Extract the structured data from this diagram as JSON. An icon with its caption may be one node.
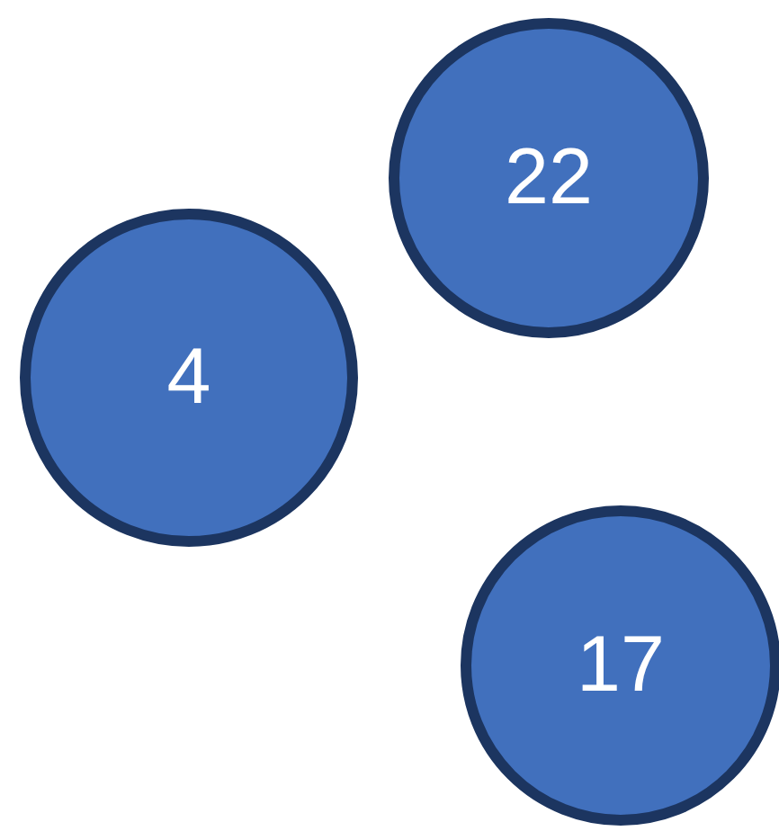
{
  "diagram": {
    "nodes": [
      {
        "text": [
          "22"
        ]
      },
      {
        "text": [
          "4"
        ]
      },
      {
        "text": [
          "17"
        ]
      }
    ]
  }
}
